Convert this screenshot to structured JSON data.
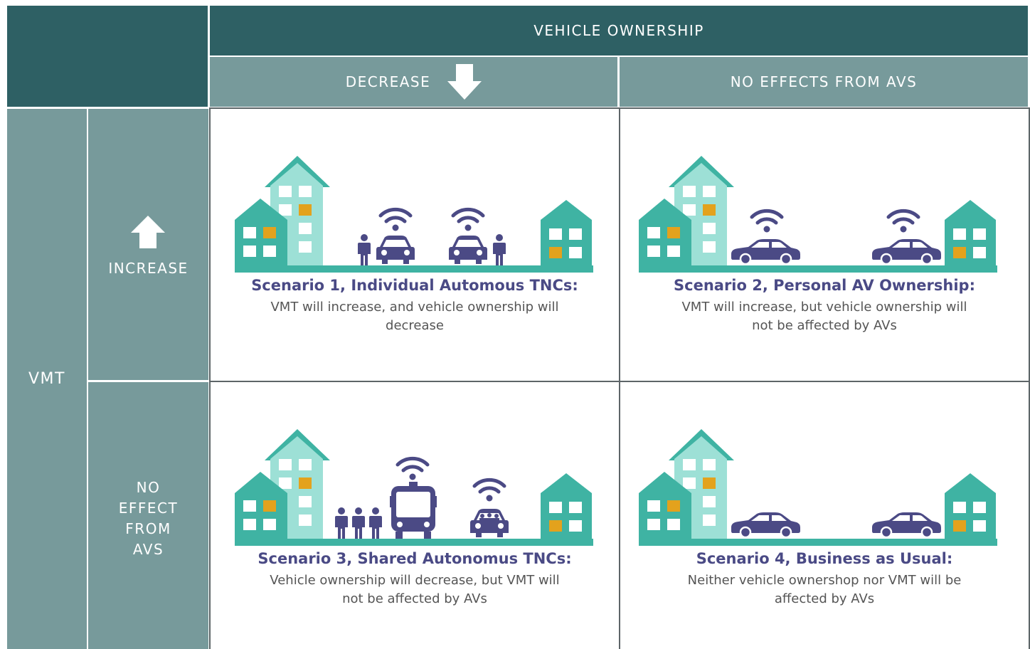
{
  "column_header": {
    "title": "VEHICLE OWNERSHIP",
    "decrease": "DECREASE",
    "no_effect": "NO EFFECTS FROM AVS"
  },
  "row_header": {
    "title": "VMT",
    "increase": "INCREASE",
    "no_effect_lines": [
      "NO",
      "EFFECT",
      "FROM",
      "AVS"
    ]
  },
  "scenarios": [
    {
      "title": "Scenario 1, Individual Automous TNCs:",
      "desc": "VMT will increase, and vehicle ownership will decrease"
    },
    {
      "title": "Scenario 2, Personal AV Ownership:",
      "desc": "VMT will increase, but vehicle ownership will not be affected by AVs"
    },
    {
      "title": "Scenario 3, Shared Autonomus TNCs:",
      "desc": "Vehicle ownership will decrease, but VMT will not be affected by AVs"
    },
    {
      "title": "Scenario 4, Business as Usual:",
      "desc": "Neither vehicle ownershop nor VMT will be affected by AVs"
    }
  ],
  "colors": {
    "dark_teal": "#2e6064",
    "header_gray": "#779a9b",
    "building_teal": "#3fb3a3",
    "building_light": "#9de0d6",
    "window_gold": "#e3a21d",
    "vehicle_purple": "#4b4a85",
    "title_purple": "#4a4a85"
  }
}
